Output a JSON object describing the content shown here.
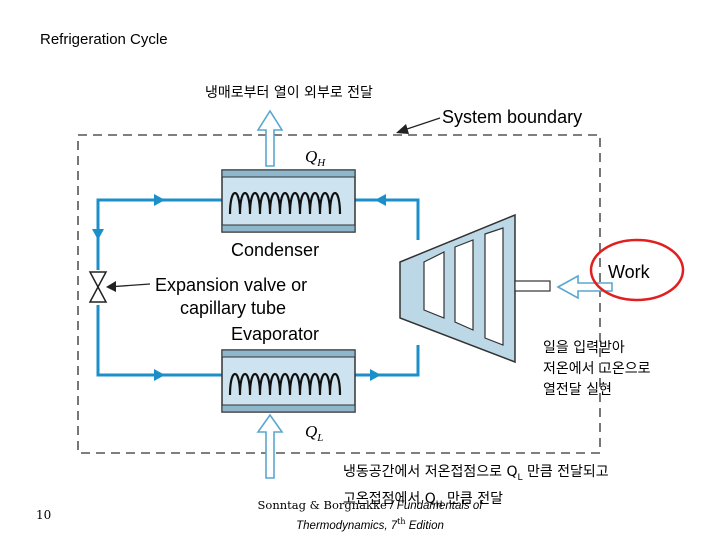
{
  "slide": {
    "title": "Refrigeration Cycle",
    "page_number": "10"
  },
  "diagram": {
    "system_boundary_label": "System boundary",
    "condenser_label": "Condenser",
    "expansion_label_line1": "Expansion valve or",
    "expansion_label_line2": "capillary tube",
    "evaporator_label": "Evaporator",
    "work_label": "Work",
    "qh_label_main": "Q",
    "qh_label_sub": "H",
    "ql_label_main": "Q",
    "ql_label_sub": "L",
    "colors": {
      "refrigerant_line": "#1b8fc9",
      "coil_fill": "#cde3ef",
      "compressor_fill": "#bcd8e6",
      "arrow_stroke": "#5aa7d0",
      "highlight_circle": "#e02020",
      "boundary": "#555555"
    }
  },
  "notes": {
    "top": "냉매로부터 열이 외부로 전달",
    "right_line1": "일을 입력받아",
    "right_line2": "저온에서 고온으로",
    "right_line3": "열전달 실현",
    "bottom_line1_a": "냉동공간에서 저온접점으로 Q",
    "bottom_line1_sub": "L",
    "bottom_line1_b": " 만큼 전달되고",
    "bottom_line2_a": "고온접점에서 Q",
    "bottom_line2_sub": "H",
    "bottom_line2_b": " 만큼 전달"
  },
  "citation": {
    "line1_plain": "Sonntag & Borgnakke ",
    "line1_italic": "/ Fundamentals of",
    "line2_italic_a": "Thermodynamics, 7",
    "line2_sup": "th",
    "line2_italic_b": " Edition"
  }
}
